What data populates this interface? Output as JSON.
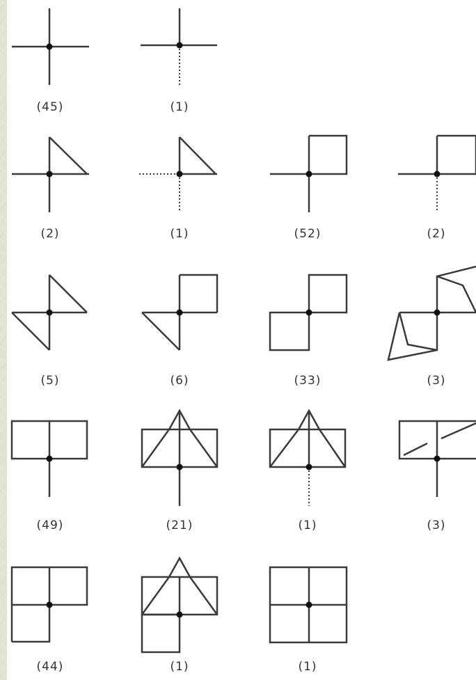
{
  "figure": {
    "labels": [
      "(45)",
      "(1)",
      "(2)",
      "(1)",
      "(52)",
      "(2)",
      "(5)",
      "(6)",
      "(33)",
      "(3)",
      "(49)",
      "(21)",
      "(1)",
      "(3)",
      "(44)",
      "(1)",
      "(1)"
    ]
  },
  "colors": {
    "line": "#3a3a3a",
    "background": "#ffffff",
    "texture": "#e3e3d3"
  }
}
